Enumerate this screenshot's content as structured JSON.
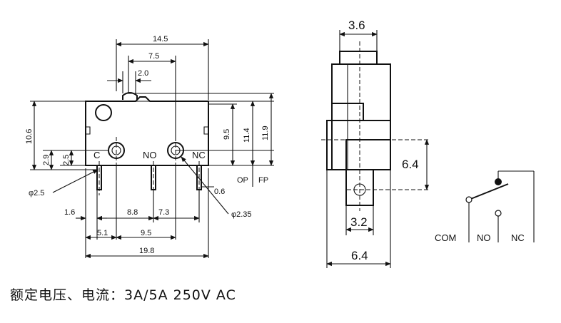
{
  "dims_left": {
    "d_14_5": "14.5",
    "d_7_5": "7.5",
    "d_2_0": "2.0",
    "d_9_5_v": "9.5",
    "d_11_4": "11.4",
    "d_11_9": "11.9",
    "d_10_6": "10.6",
    "d_2_9": "2.9",
    "d_2_5_v": "2.5",
    "phi_2_5": "φ2.5",
    "d_1_6": "1.6",
    "d_8_8": "8.8",
    "d_7_3": "7.3",
    "d_0_6": "0.6",
    "phi_2_35": "φ2.35",
    "d_5_1": "5.1",
    "d_9_5_h": "9.5",
    "d_19_8": "19.8"
  },
  "terminals": {
    "c": "C",
    "no": "NO",
    "nc": "NC",
    "op": "OP",
    "fp": "FP"
  },
  "dims_side": {
    "d_3_6": "3.6",
    "d_6_4_v": "6.4",
    "d_3_2": "3.2",
    "d_6_4_h": "6.4"
  },
  "schematic": {
    "com": "COM",
    "no": "NO",
    "nc": "NC"
  },
  "caption": "额定电压、电流：3A/5A 250V AC"
}
